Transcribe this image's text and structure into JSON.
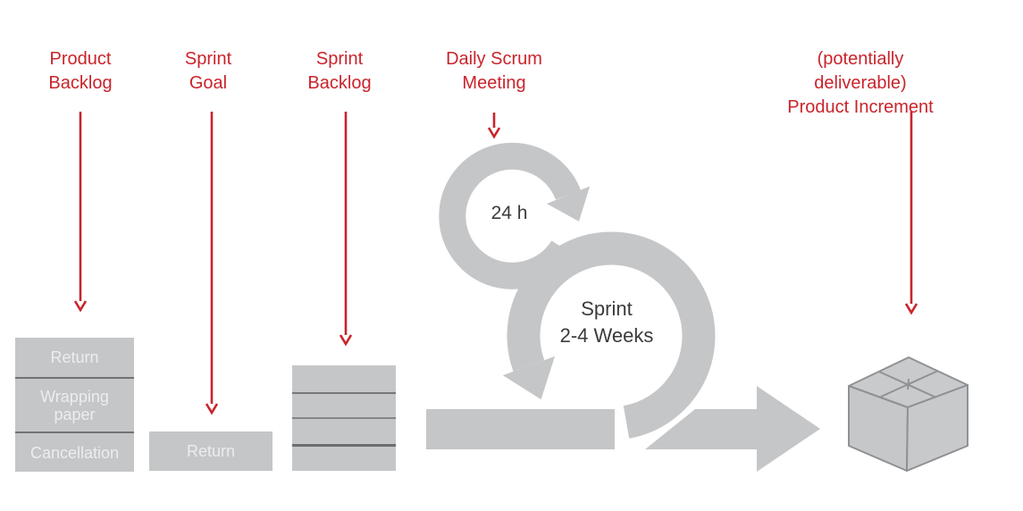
{
  "labels": {
    "product_backlog": "Product\nBacklog",
    "sprint_goal": "Sprint\nGoal",
    "sprint_backlog": "Sprint\nBacklog",
    "daily_scrum": "Daily Scrum\nMeeting",
    "product_increment": "(potentially deliverable)\nProduct Increment"
  },
  "cycles": {
    "daily": "24 h",
    "sprint": "Sprint\n2-4 Weeks"
  },
  "product_backlog_stack": {
    "items": [
      "Return",
      "Wrapping\npaper",
      "Cancellation"
    ]
  },
  "sprint_goal_card": {
    "label": "Return"
  },
  "sprint_backlog_card": {
    "row_count": 4
  },
  "colors": {
    "accent_red": "#c9242b",
    "shape_gray": "#c5c6c8",
    "divider_dark": "#717276",
    "cycle_text_dark": "#3b3b3d",
    "card_text_light": "#eceded"
  }
}
